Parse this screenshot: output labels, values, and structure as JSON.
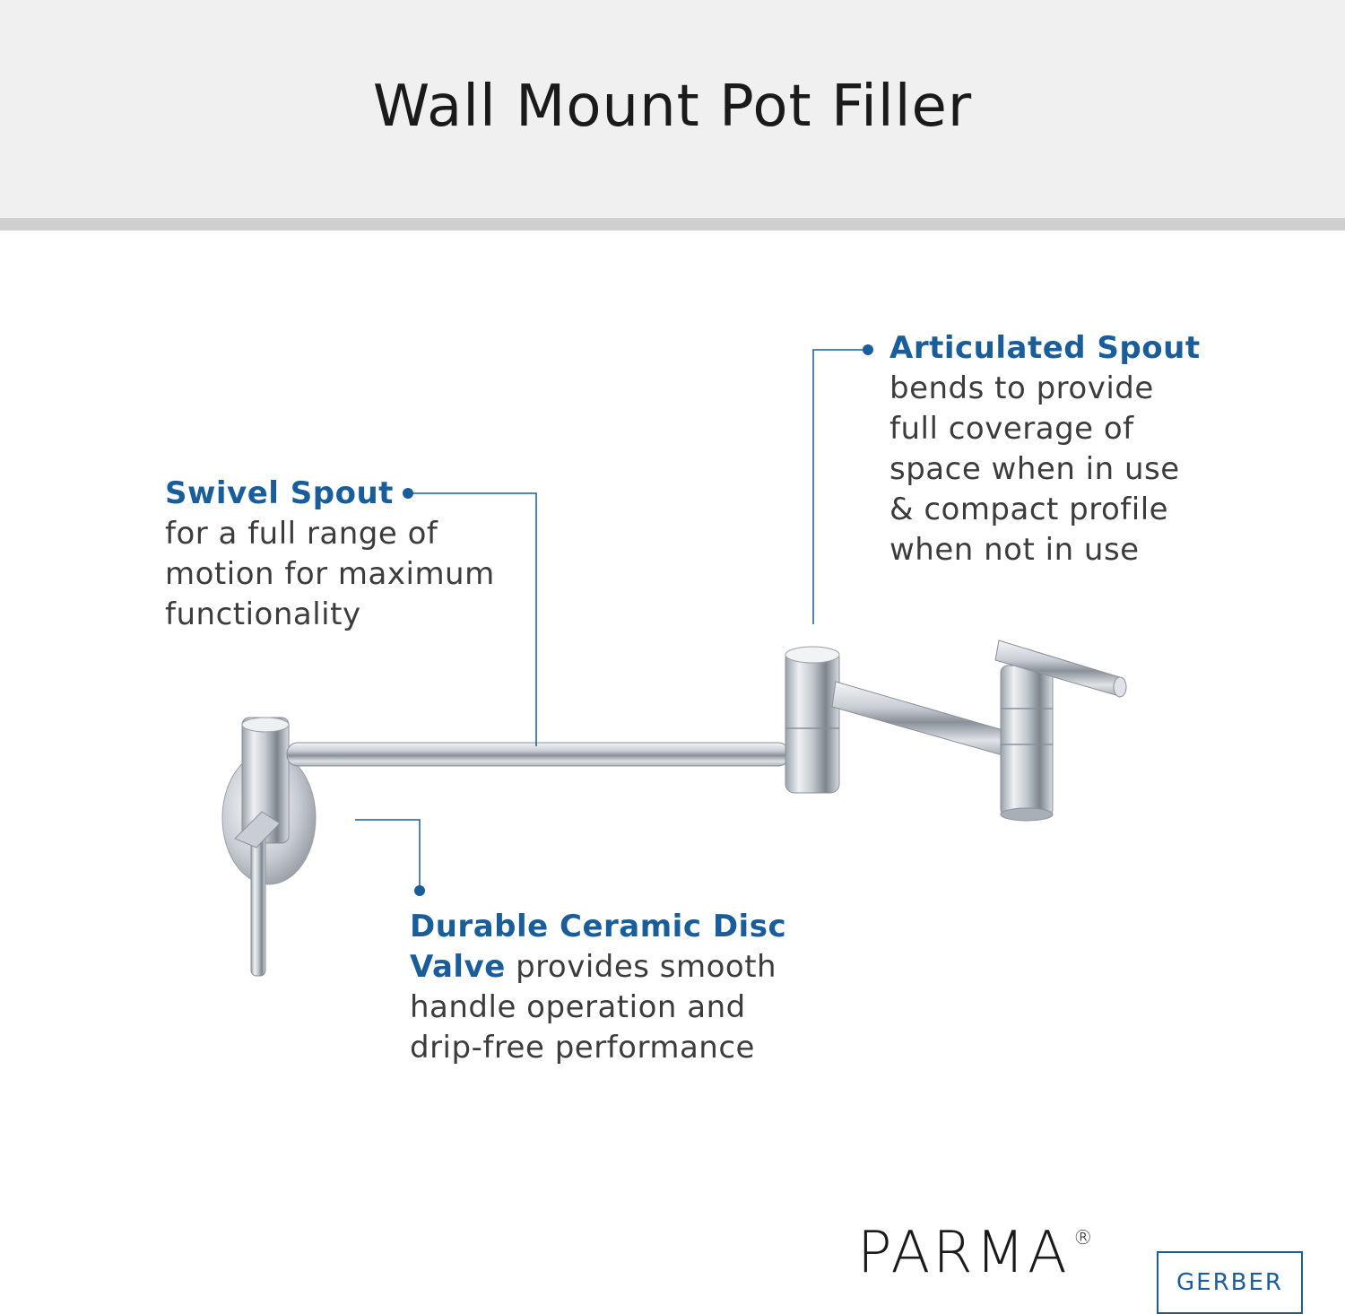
{
  "title": "Wall Mount Pot Filler",
  "callouts": {
    "swivel": {
      "heading": "Swivel Spout",
      "lines": [
        "for a full range of",
        "motion for maximum",
        "functionality"
      ]
    },
    "articulated": {
      "heading": "Articulated Spout",
      "lines": [
        "bends to provide",
        "full coverage of",
        "space when in use",
        "& compact profile",
        "when not in use"
      ]
    },
    "valve": {
      "heading_line1": "Durable Ceramic Disc",
      "heading_line2": "Valve",
      "line2_rest": " provides smooth",
      "lines": [
        "handle operation and",
        "drip-free performance"
      ]
    }
  },
  "brand": {
    "parma": "PARMA",
    "registered": "®",
    "gerber": "GERBER"
  },
  "colors": {
    "accent": "#1a5d9b",
    "body_text": "#3c3c3c",
    "header_bg": "#f0f0f0"
  }
}
